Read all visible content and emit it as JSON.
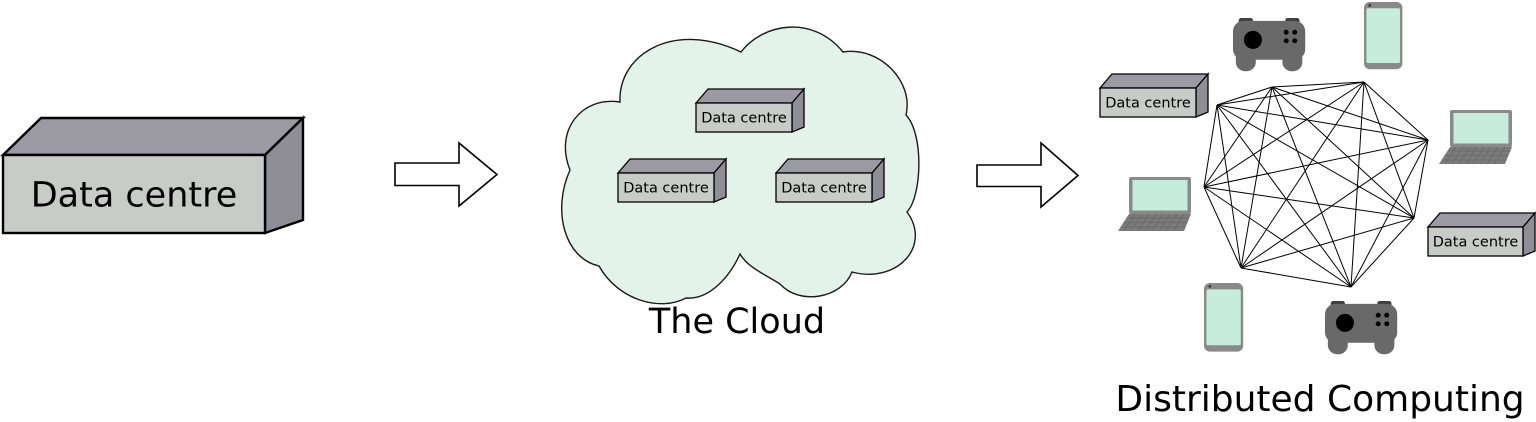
{
  "stage1": {
    "name": "single-data-centre",
    "box_label": "Data centre"
  },
  "stage2": {
    "name": "the-cloud",
    "caption": "The Cloud",
    "box_labels": [
      "Data centre",
      "Data centre",
      "Data centre"
    ]
  },
  "stage3": {
    "name": "distributed-computing",
    "caption": "Distributed Computing",
    "box_labels": [
      "Data centre",
      "Data centre"
    ],
    "devices": [
      "game-controller",
      "smartphone",
      "laptop",
      "data-centre-box",
      "laptop",
      "smartphone",
      "game-controller",
      "data-centre-box"
    ],
    "network": {
      "topology": "full-mesh",
      "node_count": 8
    }
  },
  "arrows": {
    "count": 2,
    "direction": "right"
  },
  "colors": {
    "background": "#ffffff",
    "cloud_fill": "#e4f3ea",
    "box_front": "#c7ccc8",
    "box_top": "#9b99a1",
    "box_side": "#8f8d96",
    "outline": "#000000",
    "screen": "#c6ecdb",
    "device_body": "#696969",
    "device_dark": "#3f3f3f",
    "phone_body": "#8a8a8a",
    "laptop_base": "#7b7b7b",
    "laptop_keys": "#616161",
    "arrow_fill": "#ffffff"
  }
}
